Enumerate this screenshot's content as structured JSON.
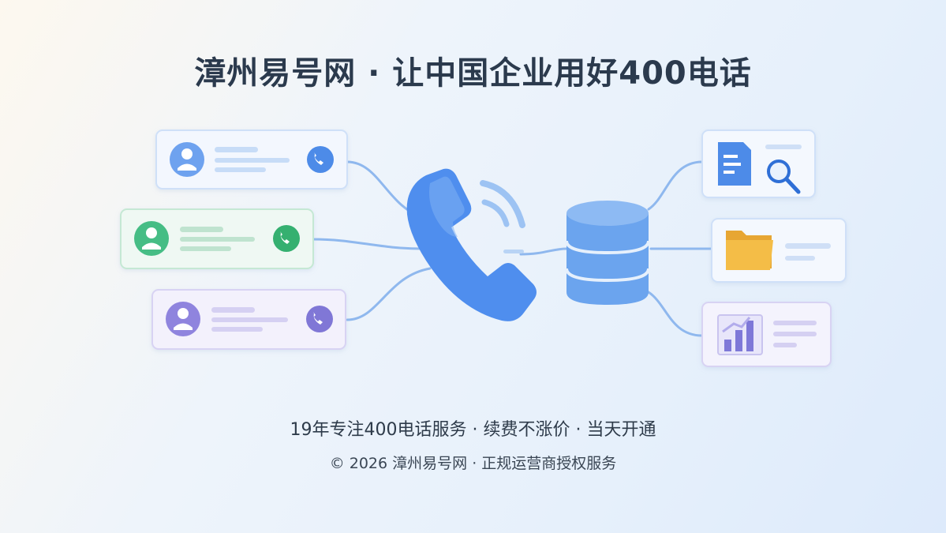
{
  "header": {
    "title": "漳州易号网 · 让中国企业用好400电话"
  },
  "footer": {
    "tagline": "19年专注400电话服务 · 续费不涨价 · 当天开通",
    "copyright": "© 2026 漳州易号网 · 正规运营商授权服务"
  },
  "illustration": {
    "left_cards": [
      {
        "icon": "user-icon",
        "action_icon": "phone-icon",
        "accent": "#5b95ee"
      },
      {
        "icon": "user-icon",
        "action_icon": "phone-icon",
        "accent": "#3dba7f"
      },
      {
        "icon": "user-icon",
        "action_icon": "phone-icon",
        "accent": "#8a7fdc"
      }
    ],
    "center": {
      "icon": "telephone-handset-icon",
      "accent": "#4a8af0"
    },
    "hub": {
      "icon": "database-icon",
      "accent": "#6aa4ee"
    },
    "right_cards": [
      {
        "icon": "document-search-icon",
        "accent": "#4a8af0"
      },
      {
        "icon": "folder-icon",
        "accent": "#f2b63f"
      },
      {
        "icon": "bar-chart-icon",
        "accent": "#7e78d8"
      }
    ]
  }
}
